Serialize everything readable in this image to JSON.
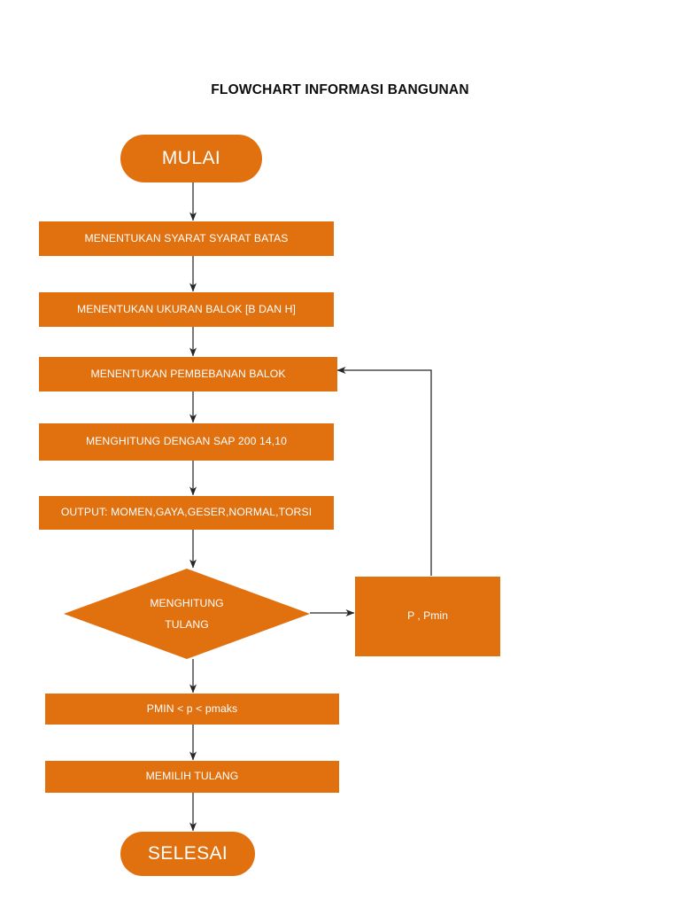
{
  "document": {
    "title": "FLOWCHART INFORMASI BANGUNAN",
    "background_color": "#FFFFFF",
    "accent_color": "#E1700F",
    "node_text_color": "#FFFFFF",
    "connector_color": "#262626",
    "title_color": "#0D0D0D"
  },
  "chart_data": {
    "type": "flowchart",
    "title": "FLOWCHART INFORMASI BANGUNAN",
    "orientation": "top-to-bottom",
    "nodes": [
      {
        "id": "start",
        "shape": "terminator",
        "label": "MULAI"
      },
      {
        "id": "step1",
        "shape": "process",
        "label": "MENENTUKAN SYARAT SYARAT BATAS"
      },
      {
        "id": "step2",
        "shape": "process",
        "label": "MENENTUKAN UKURAN BALOK [B DAN H]"
      },
      {
        "id": "step3",
        "shape": "process",
        "label": "MENENTUKAN PEMBEBANAN BALOK"
      },
      {
        "id": "step4",
        "shape": "process",
        "label": "MENGHITUNG DENGAN SAP 200 14,10"
      },
      {
        "id": "step5",
        "shape": "process",
        "label": "OUTPUT: MOMEN,GAYA,GESER,NORMAL,TORSI"
      },
      {
        "id": "decision",
        "shape": "decision",
        "label_line1": "MENGHITUNG",
        "label_line2": "TULANG"
      },
      {
        "id": "sidebox",
        "shape": "process",
        "label": "P , Pmin"
      },
      {
        "id": "step6",
        "shape": "process",
        "label": "PMIN < p < pmaks"
      },
      {
        "id": "step7",
        "shape": "process",
        "label": "MEMILIH TULANG"
      },
      {
        "id": "end",
        "shape": "terminator",
        "label": "SELESAI"
      }
    ],
    "edges": [
      {
        "from": "start",
        "to": "step1",
        "label": "",
        "style": "arrow-down"
      },
      {
        "from": "step1",
        "to": "step2",
        "label": "",
        "style": "arrow-down"
      },
      {
        "from": "step2",
        "to": "step3",
        "label": "",
        "style": "arrow-down"
      },
      {
        "from": "step3",
        "to": "step4",
        "label": "",
        "style": "arrow-down"
      },
      {
        "from": "step4",
        "to": "step5",
        "label": "",
        "style": "arrow-down"
      },
      {
        "from": "step5",
        "to": "decision",
        "label": "",
        "style": "arrow-down"
      },
      {
        "from": "decision",
        "to": "sidebox",
        "label": "",
        "style": "arrow-right"
      },
      {
        "from": "sidebox",
        "to": "step3",
        "label": "",
        "style": "feedback-loop-up-left"
      },
      {
        "from": "decision",
        "to": "step6",
        "label": "",
        "style": "arrow-down"
      },
      {
        "from": "step6",
        "to": "step7",
        "label": "",
        "style": "arrow-down"
      },
      {
        "from": "step7",
        "to": "end",
        "label": "",
        "style": "arrow-down"
      }
    ]
  }
}
